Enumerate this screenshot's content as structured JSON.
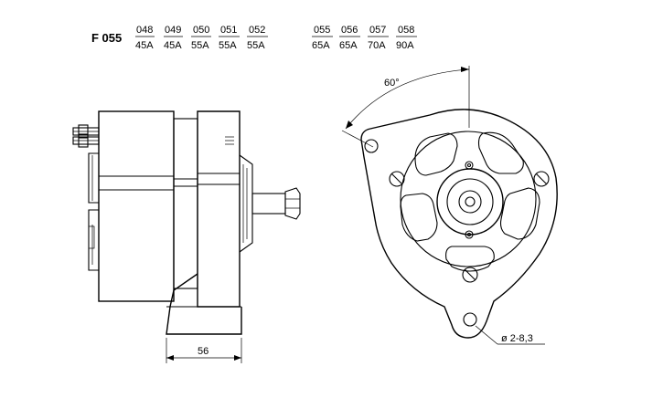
{
  "header": {
    "model_code": "F 055",
    "group_a": [
      {
        "part": "048",
        "rating": "45A"
      },
      {
        "part": "049",
        "rating": "45A"
      },
      {
        "part": "050",
        "rating": "55A"
      },
      {
        "part": "051",
        "rating": "55A"
      },
      {
        "part": "052",
        "rating": "55A"
      }
    ],
    "group_b": [
      {
        "part": "055",
        "rating": "65A"
      },
      {
        "part": "056",
        "rating": "65A"
      },
      {
        "part": "057",
        "rating": "70A"
      },
      {
        "part": "058",
        "rating": "90A"
      }
    ]
  },
  "dimensions": {
    "width": "56",
    "angle": "60°",
    "hole": "ø 2-8,3"
  }
}
